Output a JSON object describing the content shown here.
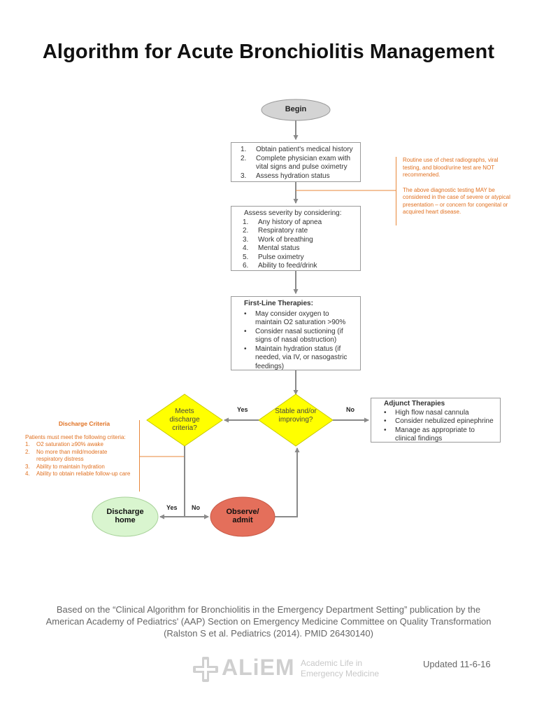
{
  "title": "Algorithm for Acute Bronchiolitis Management",
  "begin": "Begin",
  "step1": {
    "items": [
      {
        "num": "1.",
        "text": "Obtain patient's medical history"
      },
      {
        "num": "2.",
        "text": "Complete physician exam with vital signs and pulse oximetry"
      },
      {
        "num": "3.",
        "text": "Assess hydration status"
      }
    ]
  },
  "severity": {
    "intro": "Assess severity by considering:",
    "items": [
      {
        "num": "1.",
        "text": "Any history of apnea"
      },
      {
        "num": "2.",
        "text": "Respiratory rate"
      },
      {
        "num": "3.",
        "text": "Work of breathing"
      },
      {
        "num": "4.",
        "text": "Mental status"
      },
      {
        "num": "5.",
        "text": "Pulse oximetry"
      },
      {
        "num": "6.",
        "text": "Ability to feed/drink"
      }
    ]
  },
  "testing_note": {
    "p1": "Routine use of chest radiographs, viral testing, and blood/urine test are NOT recommended.",
    "p2": "The above diagnostic testing MAY be considered in the case of severe or atypical presentation – or concern for congenital or acquired heart disease."
  },
  "first_line": {
    "heading": "First-Line Therapies:",
    "items": [
      "May consider oxygen to maintain O2 saturation >90%",
      "Consider nasal suctioning (if signs of nasal obstruction)",
      "Maintain hydration status (if needed, via IV, or nasogastric feedings)"
    ]
  },
  "stable": "Stable and/or improving?",
  "meets": "Meets discharge criteria?",
  "adjunct": {
    "heading": "Adjunct Therapies",
    "items": [
      "High flow nasal cannula",
      "Consider nebulized epinephrine",
      "Manage as appropriate to clinical findings"
    ]
  },
  "discharge_criteria": {
    "heading": "Discharge Criteria",
    "intro": "Patients must meet the following criteria:",
    "items": [
      {
        "num": "1.",
        "text": "O2 saturation ≥90% awake"
      },
      {
        "num": "2.",
        "text": "No more than mild/moderate respiratory distress"
      },
      {
        "num": "3.",
        "text": "Ability to maintain hydration"
      },
      {
        "num": "4.",
        "text": "Ability to obtain reliable follow-up care"
      }
    ]
  },
  "discharge_home": "Discharge home",
  "observe_admit": "Observe/ admit",
  "labels": {
    "yes1": "Yes",
    "no1": "No",
    "yes2": "Yes",
    "no2": "No"
  },
  "footer": {
    "line1": "Based on the “Clinical Algorithm for Bronchiolitis in the Emergency Department Setting” publication by the",
    "line2": "American Academy of Pediatrics' (AAP) Section on Emergency Medicine Committee on Quality Transformation",
    "line3": "(Ralston S et al. Pediatrics (2014). PMID 26430140)"
  },
  "logo": {
    "name": "ALiEM",
    "sub1": "Academic Life in",
    "sub2": "Emergency Medicine"
  },
  "updated": "Updated 11-6-16",
  "colors": {
    "orange": "#e07020",
    "yellow": "#ffff00",
    "green": "#d9f5cf",
    "red": "#e46f5b",
    "grey_oval": "#d4d4d4",
    "arrow": "#8a8a8a"
  }
}
